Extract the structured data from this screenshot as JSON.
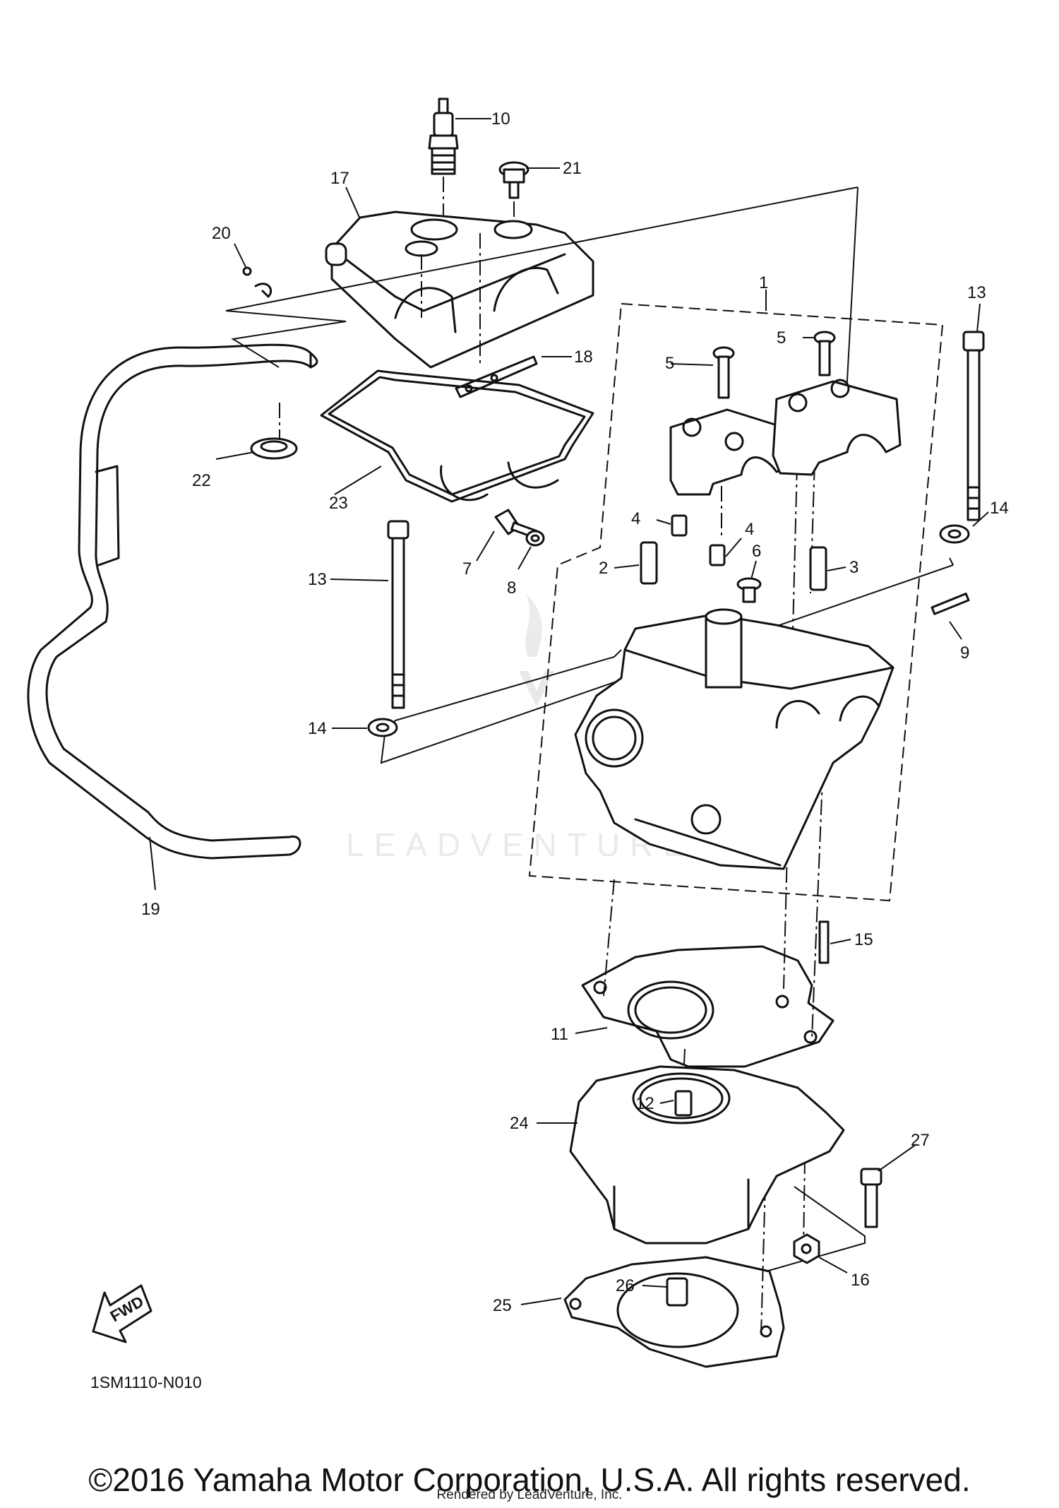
{
  "diagram": {
    "code": "1SM1110-N010",
    "fwd_label": "FWD",
    "watermark": "LEADVENTURE",
    "copyright": "©2016 Yamaha Motor Corporation, U.S.A. All rights reserved.",
    "rendered_by": "Rendered by LeadVenture, Inc."
  },
  "callouts": {
    "c1": "1",
    "c2": "2",
    "c3": "3",
    "c4a": "4",
    "c4b": "4",
    "c5a": "5",
    "c5b": "5",
    "c6": "6",
    "c7": "7",
    "c8": "8",
    "c9": "9",
    "c10": "10",
    "c11": "11",
    "c12": "12",
    "c13a": "13",
    "c13b": "13",
    "c14a": "14",
    "c14b": "14",
    "c15": "15",
    "c16": "16",
    "c17": "17",
    "c18": "18",
    "c19": "19",
    "c20": "20",
    "c21": "21",
    "c22": "22",
    "c23": "23",
    "c24": "24",
    "c25": "25",
    "c26": "26",
    "c27": "27"
  }
}
